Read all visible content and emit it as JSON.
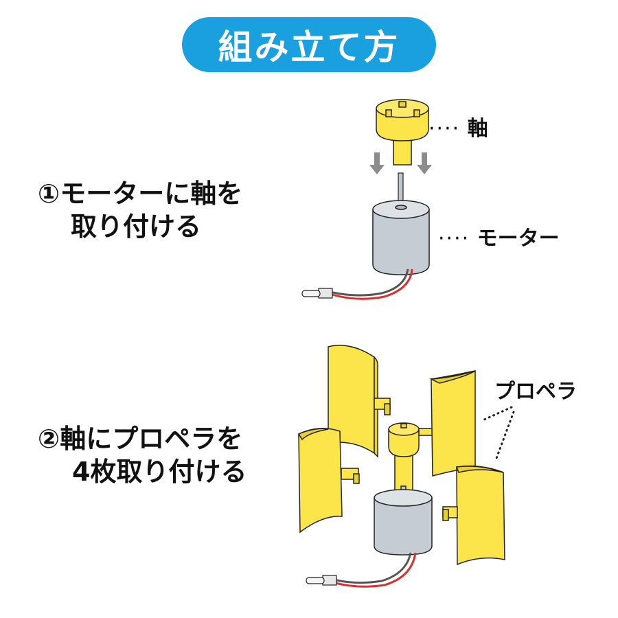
{
  "title": "組み立て方",
  "steps": [
    {
      "number": "①",
      "line1": "モーターに軸を",
      "line2": "取り付ける"
    },
    {
      "number": "②",
      "line1": "軸にプロペラを",
      "line2": "4枚取り付ける"
    }
  ],
  "labels": {
    "shaft": "軸",
    "motor": "モーター",
    "propeller": "プロペラ"
  },
  "colors": {
    "title_bg": "#1aa0df",
    "propeller": "#fbe54b",
    "motor": "#c6ccd3",
    "arrow": "#8c8c8c"
  }
}
